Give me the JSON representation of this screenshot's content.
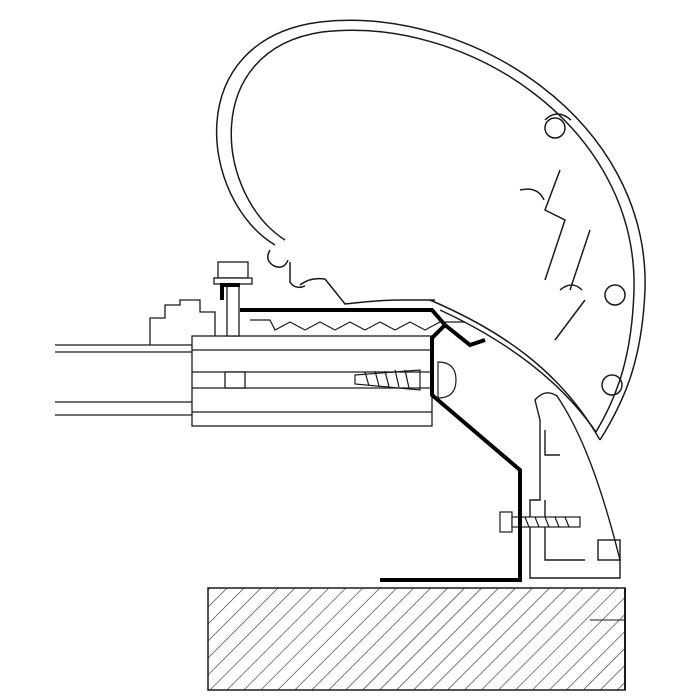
{
  "diagram": {
    "colors": {
      "line": "#1a1a1a",
      "bracket": "#000000",
      "background": "#ffffff",
      "hatch": "#333333"
    },
    "parts": [
      "awning-casing",
      "adapter-bracket",
      "roof-rail",
      "mounting-block",
      "bolt",
      "screw",
      "wall-section"
    ]
  }
}
